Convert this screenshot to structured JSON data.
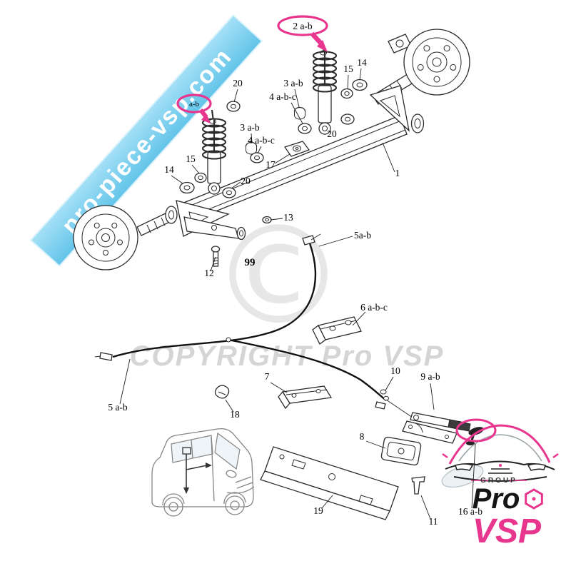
{
  "watermarks": {
    "banner": "pro-piece-vsp.com",
    "copyright": "COPYRIGHT Pro VSP",
    "copyright_symbol": "©"
  },
  "colors": {
    "highlight_pink": "#e8368f",
    "banner_blue": "#7fd0ee",
    "watermark_gray": "#cbcbcb"
  },
  "part_labels": {
    "p1": "1",
    "p2ab": "2 a-b",
    "p2ab_partial": "a-b",
    "p3ab": "3 a-b",
    "p4abc": "4 a-b-c",
    "p5ab_upper": "5a-b",
    "p5ab_lower": "5 a-b",
    "p6abc": "6 a-b-c",
    "p7": "7",
    "p8": "8",
    "p9ab": "9 a-b",
    "p10": "10",
    "p11": "11",
    "p12": "12",
    "p13": "13",
    "p14": "14",
    "p15": "15",
    "p16ab": "16 a-b",
    "p17": "17",
    "p18": "18",
    "p19": "19",
    "p20": "20",
    "p99": "99"
  },
  "logo": {
    "group_label": "GROUP",
    "pro": "Pro",
    "vsp": "VSP"
  }
}
